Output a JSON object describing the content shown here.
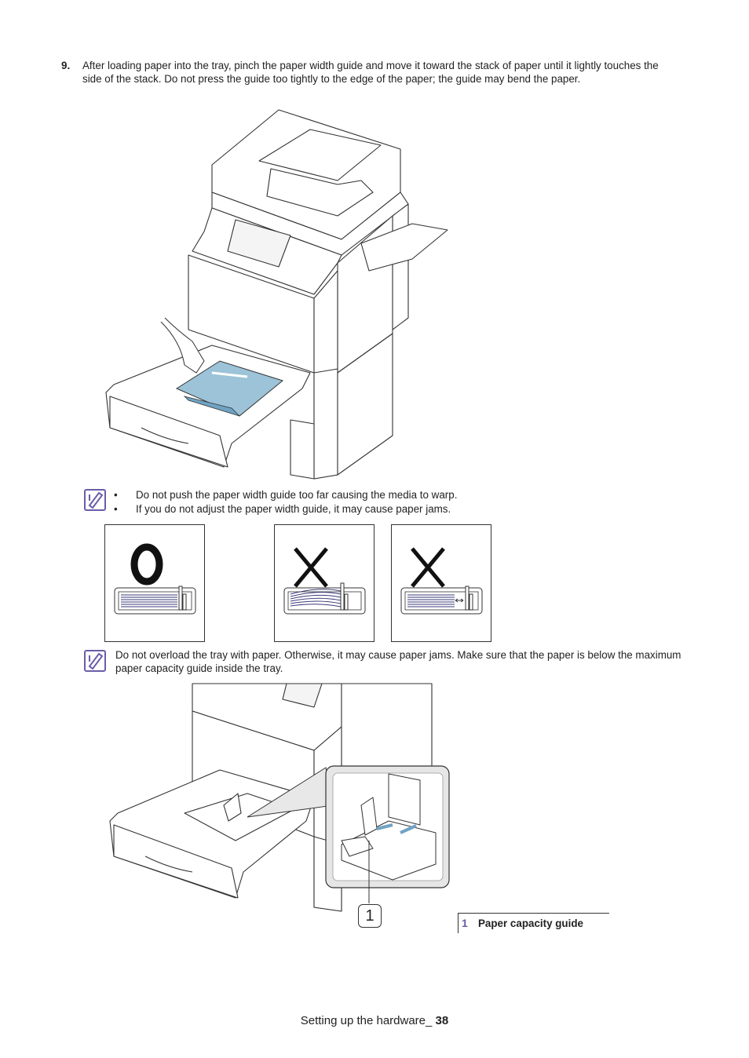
{
  "step": {
    "number": "9.",
    "text": "After loading paper into the tray, pinch the paper width guide and move it toward the stack of paper until it lightly touches the side of the stack. Do not press the guide too tightly to the edge of the paper; the guide may bend the paper."
  },
  "note1": {
    "icon": "note-icon",
    "bullets": [
      "Do not push the paper width guide too far causing the media to warp.",
      "If you do not adjust the paper width guide, it may cause paper jams."
    ],
    "bullet_char": "•"
  },
  "examples": [
    {
      "mark": "O",
      "meaning": "correct"
    },
    {
      "mark": "X",
      "meaning": "warped"
    },
    {
      "mark": "X",
      "meaning": "gap"
    }
  ],
  "note2": {
    "icon": "note-icon",
    "text": "Do not overload the tray with paper. Otherwise, it may cause paper jams. Make sure that the paper is below the maximum paper capacity guide inside the tray."
  },
  "callout": {
    "number": "1"
  },
  "legend": {
    "number": "1",
    "label": "Paper capacity guide"
  },
  "footer": {
    "text": "Setting up the hardware_ ",
    "page": "38"
  },
  "colors": {
    "accent": "#6b5da8",
    "tray_blue": "#9cc3d8",
    "line": "#333333"
  }
}
